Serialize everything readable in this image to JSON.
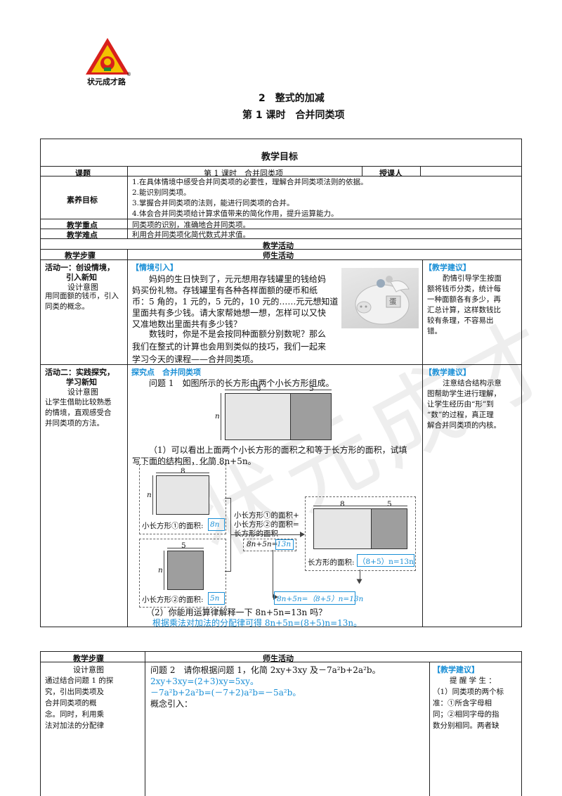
{
  "logo": {
    "text": "状元成才路",
    "registered": "®"
  },
  "heading": {
    "section": "2　整式的加减",
    "lesson": "第 1 课时　合并同类项"
  },
  "objectives_table": {
    "title": "教学目标",
    "topic_label": "课题",
    "topic_value": "第 1 课时　合并同类项",
    "teacher_label": "授课人",
    "literacy_label": "素养目标",
    "literacy_items": [
      "1.在具体情境中感受合并同类项的必要性，理解合并同类项法则的依据。",
      "2.能识别同类项。",
      "3.掌握合并同类项的法则，能进行同类项的合并。",
      "4.体会合并同类项给计算求值带来的简化作用，提升运算能力。"
    ],
    "key_label": "教学重点",
    "key_value": "同类项的识别，准确地合并同类项。",
    "difficulty_label": "教学难点",
    "difficulty_value": "利用合并同类项化简代数式并求值。",
    "activity_title": "教学活动",
    "steps_header": "教学步骤",
    "teacher_student_header": "师生活动"
  },
  "activity1": {
    "title_line1": "活动一：创设情境，",
    "title_line2": "引入新知",
    "design_label": "设计意图",
    "design_text": "用同面额的钱币，引入同类的概念。",
    "intro_tag": "【情境引入】",
    "story_lines": [
      "妈妈的生日快到了，元元想用存钱罐里的钱给妈",
      "妈买份礼物。存钱罐里有各种各样面额的硬币和纸",
      "币：5 角的，1 元的，5 元的，10 元的……元元想知道",
      "里面共有多少钱。请大家帮她想一想，怎样可以又快",
      "又准地数出里面共有多少钱？"
    ],
    "para2_lines": [
      "数钱时，你是不是会按同种面额分别数呢？那么",
      "我们在整式的计算也会用到类似的技巧，我们一起来",
      "学习今天的课程——合并同类项。"
    ],
    "piggy_tag": "蛋",
    "suggest_tag": "【教学建议】",
    "suggest_lines": [
      "酌情引导学生按面",
      "额将钱币分类，统计每",
      "一种面额各有多少，再",
      "汇总计算，这样数钱比",
      "较有条理，不容易出",
      "错。"
    ]
  },
  "activity2": {
    "title_line1": "活动二：实践探究，",
    "title_line2": "学习新知",
    "design_label": "设计意图",
    "design_lines": [
      "让学生借助比较熟悉",
      "的情境，直观感受合",
      "并同类项的方法。"
    ],
    "explore_tag": "探究点　合并同类项",
    "q1": "问题 1　如图所示的长方形由两个小长方形组成。",
    "dim8": "8",
    "dim5": "5",
    "dimn": "n",
    "q1_part1_line1": "（1）可以看出上面两个小长方形的面积之和等于长方形的面积，试填",
    "q1_part1_line2": "写下面的结构图，化简 8n+5n。",
    "small1_label": "小长方形①的面积:",
    "small1_answer": "8n",
    "small2_label": "小长方形②的面积:",
    "small2_answer": "5n",
    "mid_text_lines": [
      "小长方形①的面积+",
      "小长方形②的面积=",
      "长方形的面积"
    ],
    "mid_eq_prefix": "8n+5n=",
    "mid_eq_answer": "13n",
    "big_label": "长方形的面积:",
    "big_answer": "（8+5）n=13n",
    "bottom_eq": "8n+5n=（8+5）n=13n",
    "q1_part2": "（2）你能用运算律解释一下 8n+5n=13n 吗？",
    "q1_part2_answer": "根据乘法对加法的分配律可得 8n+5n=(8+5)n=13n。",
    "suggest_tag": "【教学建议】",
    "suggest_lines": [
      "注意结合结构示意",
      "图帮助学生进行理解，",
      "让学生经历由“形”到",
      "“数”的过程，真正理",
      "解合并同类项的内核。"
    ]
  },
  "table2": {
    "steps_header": "教学步骤",
    "teacher_student_header": "师生活动",
    "design_label": "设计意图",
    "design_lines": [
      "通过结合问题 1 的探",
      "究，引出同类项及",
      "合并同类项的概",
      "念。同时，利用乘",
      "法对加法的分配律"
    ],
    "q2": "问题 2　请你根据问题 1，化简 2xy+3xy 及－7a²b+2a²b。",
    "ans1": "2xy+3xy=(2+3)xy=5xy。",
    "ans2": "－7a²b+2a²b=(－7+2)a²b=－5a²b。",
    "concept": "概念引入：",
    "suggest_tag": "【教学建议】",
    "suggest_lines": [
      "提 醒 学 生 ：",
      "（1）同类项的两个标",
      "准：①所含字母相",
      "同；②相同字母的指",
      "数分别相同。两者缺"
    ]
  },
  "watermark": "状元成才"
}
